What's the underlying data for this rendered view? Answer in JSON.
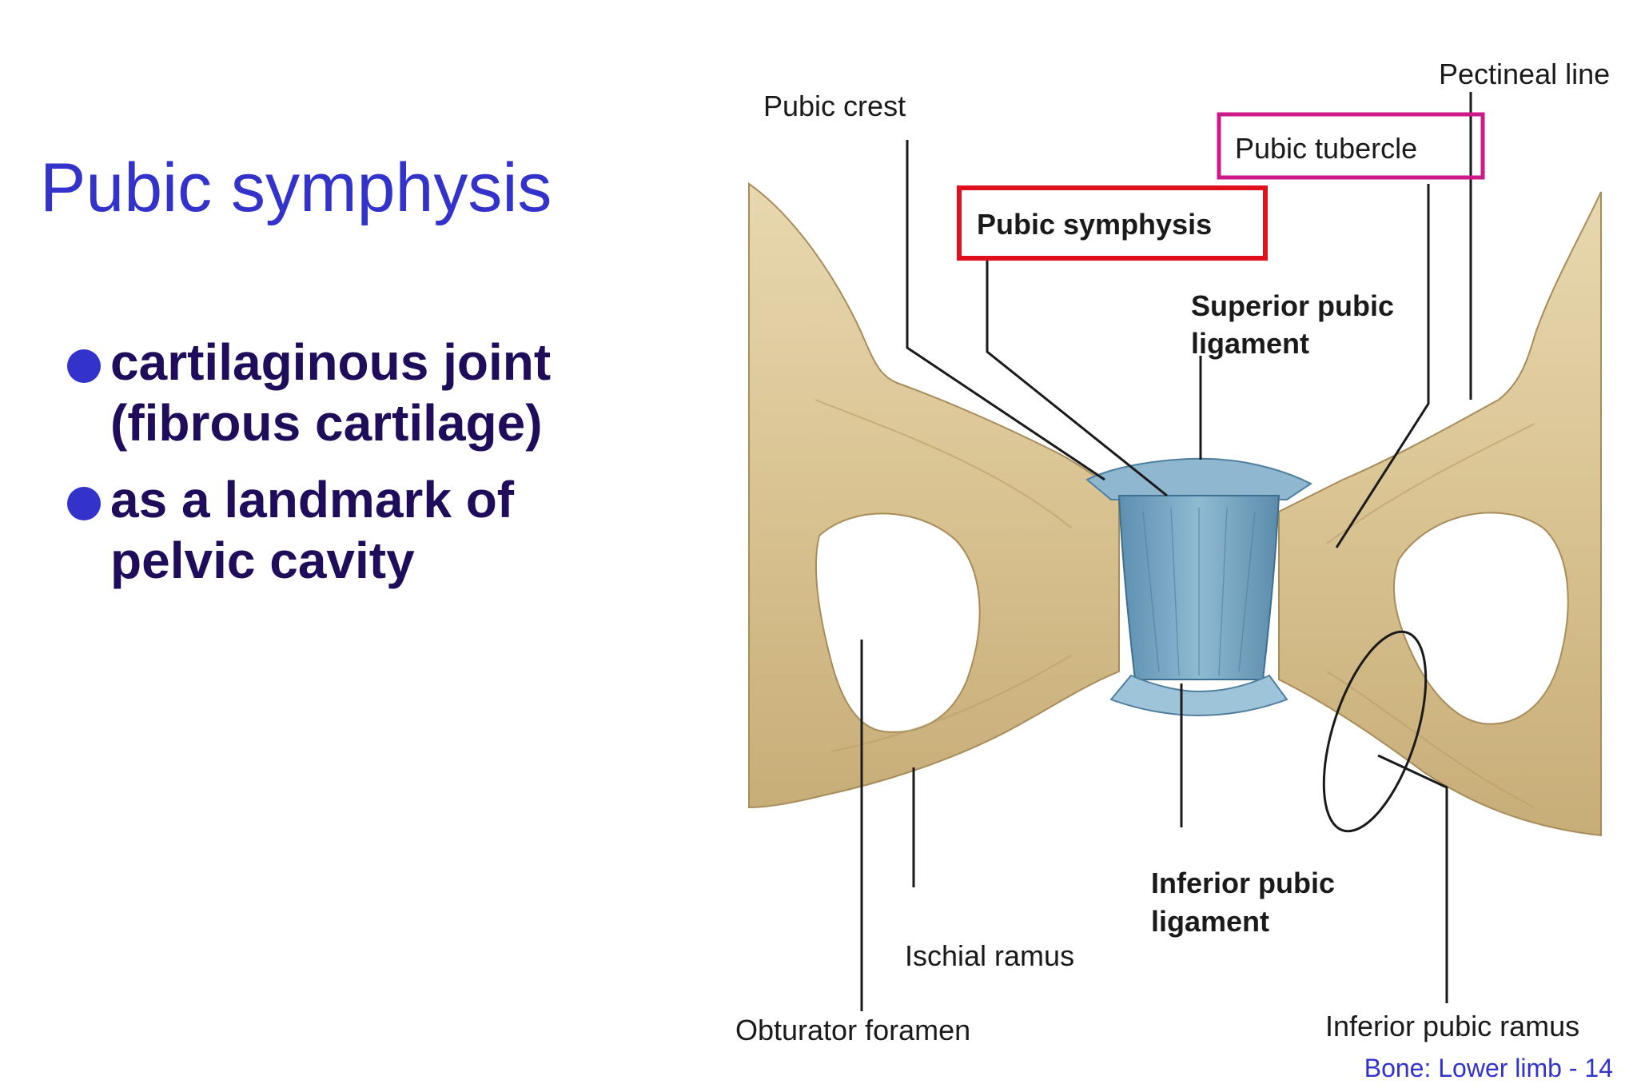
{
  "slide": {
    "title": "Pubic symphysis",
    "bullets": [
      {
        "line1": "cartilaginous joint",
        "line2": "(fibrous cartilage)"
      },
      {
        "line1": "as a landmark of",
        "line2": "pelvic cavity"
      }
    ],
    "footer": "Bone: Lower limb - 14"
  },
  "figure": {
    "labels": {
      "pubic_crest": "Pubic crest",
      "pectineal_line": "Pectineal line",
      "pubic_tubercle": "Pubic tubercle",
      "pubic_symphysis": "Pubic symphysis",
      "superior_pubic_ligament_1": "Superior pubic",
      "superior_pubic_ligament_2": "ligament",
      "inferior_pubic_ligament_1": "Inferior pubic",
      "inferior_pubic_ligament_2": "ligament",
      "ischial_ramus": "Ischial ramus",
      "obturator_foramen": "Obturator foramen",
      "inferior_pubic_ramus": "Inferior pubic ramus"
    },
    "colors": {
      "bone": "#dcc89b",
      "bone_shadow": "#b89d68",
      "cartilage": "#6f9fbd",
      "highlight_symphysis": "#e0101c",
      "highlight_tubercle": "#cc1a8a"
    }
  }
}
